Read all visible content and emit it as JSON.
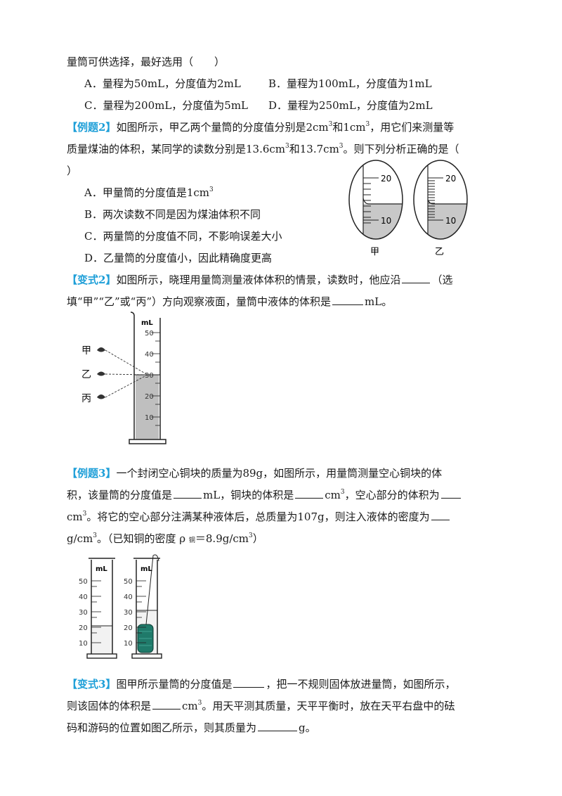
{
  "q1": {
    "line1": "量筒可供选择，最好选用（　　）",
    "optA": "A．量程为50mL，分度值为2mL",
    "optB": "B．量程为100mL，分度值为1mL",
    "optC": "C．量程为200mL，分度值为5mL",
    "optD": "D．量程为250mL，分度值为2mL"
  },
  "ex2": {
    "tag": "【例题2】",
    "t1": "如图所示，甲乙两个量筒的分度值分别是2cm",
    "t2": "和1cm",
    "t3": "，用它们来测量等",
    "l2a": "质量煤油的体积，某同学的读数分别是13.6cm",
    "l2b": "和13.7cm",
    "l2c": "。则下列分析正确的是（",
    "l3": "）",
    "optA": "A．甲量筒的分度值是1cm",
    "optB": "B．两次读数不同是因为煤油体积不同",
    "optC": "C．两量筒的分度值不同，不影响误差大小",
    "optD": "D．乙量筒的分度值小，因此精确度更高",
    "sup3": "3",
    "fig": {
      "label_jia": "甲",
      "label_yi": "乙",
      "tick_top": "20",
      "tick_bottom": "10"
    }
  },
  "var2": {
    "tag": "【变式2】",
    "t1": "如图所示，晓理用量筒测量液体体积的情景，读数时，他应沿",
    "t2": "（选",
    "l2a": "填“甲”“乙”或“丙”）方向观察液面，量筒中液体的体积是",
    "l2b": "mL。",
    "fig": {
      "unit": "mL",
      "ticks": [
        "50",
        "40",
        "30",
        "20",
        "10"
      ],
      "eye_jia": "甲",
      "eye_yi": "乙",
      "eye_bing": "丙"
    }
  },
  "ex3": {
    "tag": "【例题3】",
    "t1": "一个封闭空心铜块的质量为89g，如图所示，用量筒测量空心铜块的体",
    "l2a": "积，该量筒的分度值是",
    "l2b": "mL，铜块的体积是",
    "l2c": "cm",
    "l2d": "，空心部分的体积为",
    "l3a": "cm",
    "l3b": "。将它的空心部分注满某种液体后，总质量为107g，则注入液体的密度为",
    "l4a": "g/cm",
    "l4b": "。（已知铜的密度 ρ ",
    "l4sub": "铜",
    "l4c": "＝8.9g/cm",
    "l4d": "）",
    "fig": {
      "unit": "mL",
      "ticks": [
        "50",
        "40",
        "30",
        "20",
        "10"
      ]
    }
  },
  "var3": {
    "tag": "【变式3】",
    "t1": "图甲所示量筒的分度值是",
    "t2": "，把一不规则固体放进量筒，如图所示，",
    "l2a": "则该固体的体积是",
    "l2b": "cm",
    "l2c": "。用天平测其质量，天平平衡时，放在天平右盘中的砝",
    "l3a": "码和游码的位置如图乙所示，则其质量为",
    "l3b": "g。"
  }
}
